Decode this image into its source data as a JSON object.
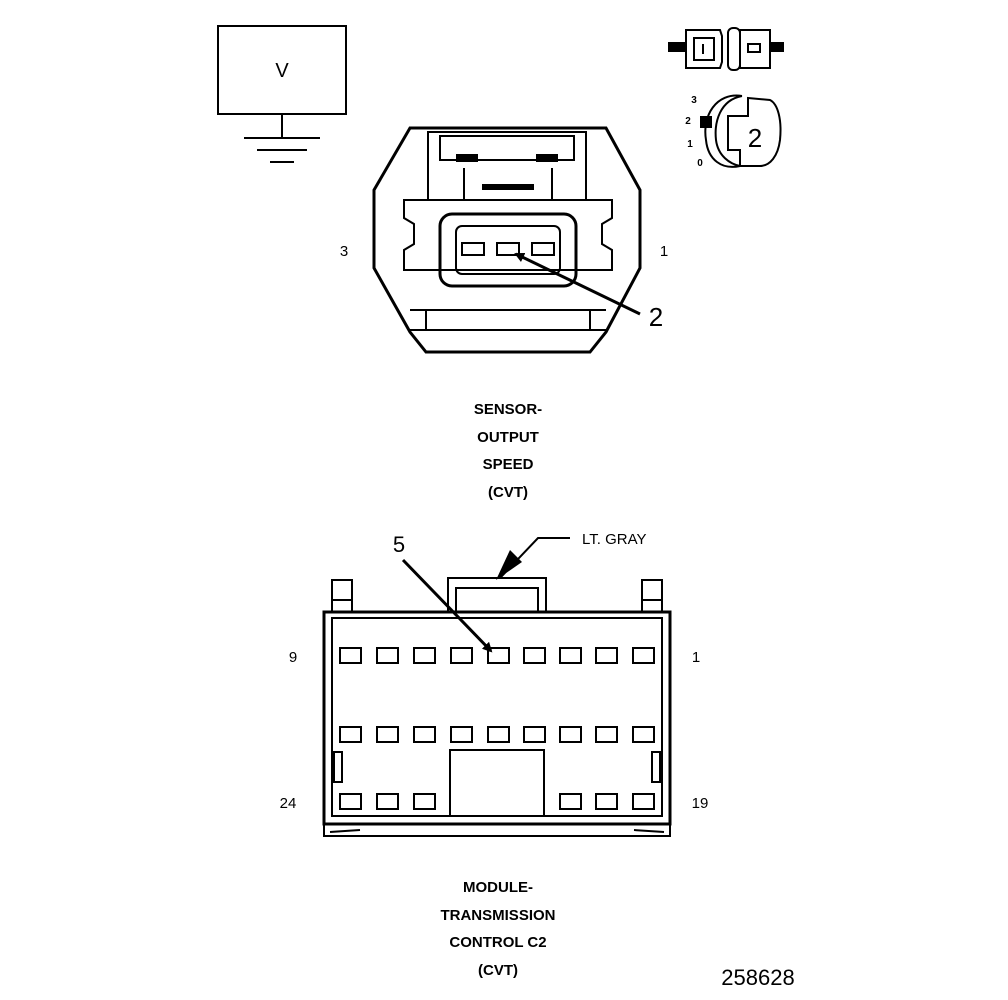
{
  "meter": {
    "symbol": "V"
  },
  "view_icon": {
    "position_numbers": [
      "3",
      "2",
      "1",
      "0"
    ],
    "view_number": "2"
  },
  "sensor_connector": {
    "left_pin_label": "3",
    "right_pin_label": "1",
    "callout_pin": "2",
    "title_lines": [
      "SENSOR-",
      "OUTPUT",
      "SPEED",
      "(CVT)"
    ]
  },
  "module_connector": {
    "color_callout": "LT. GRAY",
    "callout_pin": "5",
    "pin_label_top_left": "9",
    "pin_label_top_right": "1",
    "pin_label_bottom_left": "24",
    "pin_label_bottom_right": "19",
    "title_lines": [
      "MODULE-",
      "TRANSMISSION",
      "CONTROL C2",
      "(CVT)"
    ]
  },
  "figure_number": "258628"
}
